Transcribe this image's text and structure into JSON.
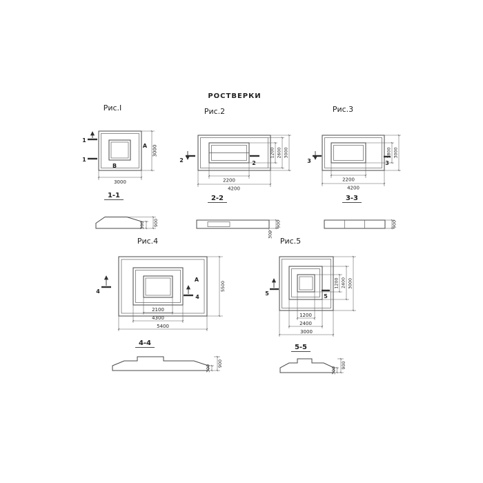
{
  "title": "РОСТВЕРКИ",
  "colors": {
    "line": "#474747",
    "text": "#222222",
    "background": "#ffffff"
  },
  "fig1": {
    "label": "Рис.I",
    "section_label": "1-1",
    "letter_a": "А",
    "letter_b": "В",
    "cut": "1",
    "dim_right": "3000",
    "dim_bottom": "3000",
    "sec_total": "900",
    "sec_toe": "300"
  },
  "fig2": {
    "label": "Рис.2",
    "section_label": "2-2",
    "cut": "2",
    "dim_right_inner": "1200",
    "dim_right_mid": "2600",
    "dim_right_outer": "3000",
    "dim_bottom_inner": "2200",
    "dim_bottom_outer": "4200",
    "sec_total": "900",
    "sec_toe": "300"
  },
  "fig3": {
    "label": "Рис.3",
    "section_label": "3-3",
    "cut": "3",
    "dim_right_inner": "1800",
    "dim_right_outer": "3000",
    "dim_bottom_inner": "2200",
    "dim_bottom_outer": "4200",
    "sec_total": "900"
  },
  "fig4": {
    "label": "Рис.4",
    "section_label": "4-4",
    "cut": "4",
    "letter_a": "А",
    "dim_right_outer": "5500",
    "dim_bottom_inner": "2100",
    "dim_bottom_mid": "4300",
    "dim_bottom_outer": "5400",
    "sec_total": "900",
    "sec_toe": "300"
  },
  "fig5": {
    "label": "Рис.5",
    "section_label": "5-5",
    "cut": "5",
    "dim_right_inner": "1200",
    "dim_right_mid": "2400",
    "dim_right_outer": "3000",
    "dim_bottom_inner": "1200",
    "dim_bottom_mid": "2400",
    "dim_bottom_outer": "3000",
    "sec_total": "900",
    "sec_toe": "300"
  }
}
